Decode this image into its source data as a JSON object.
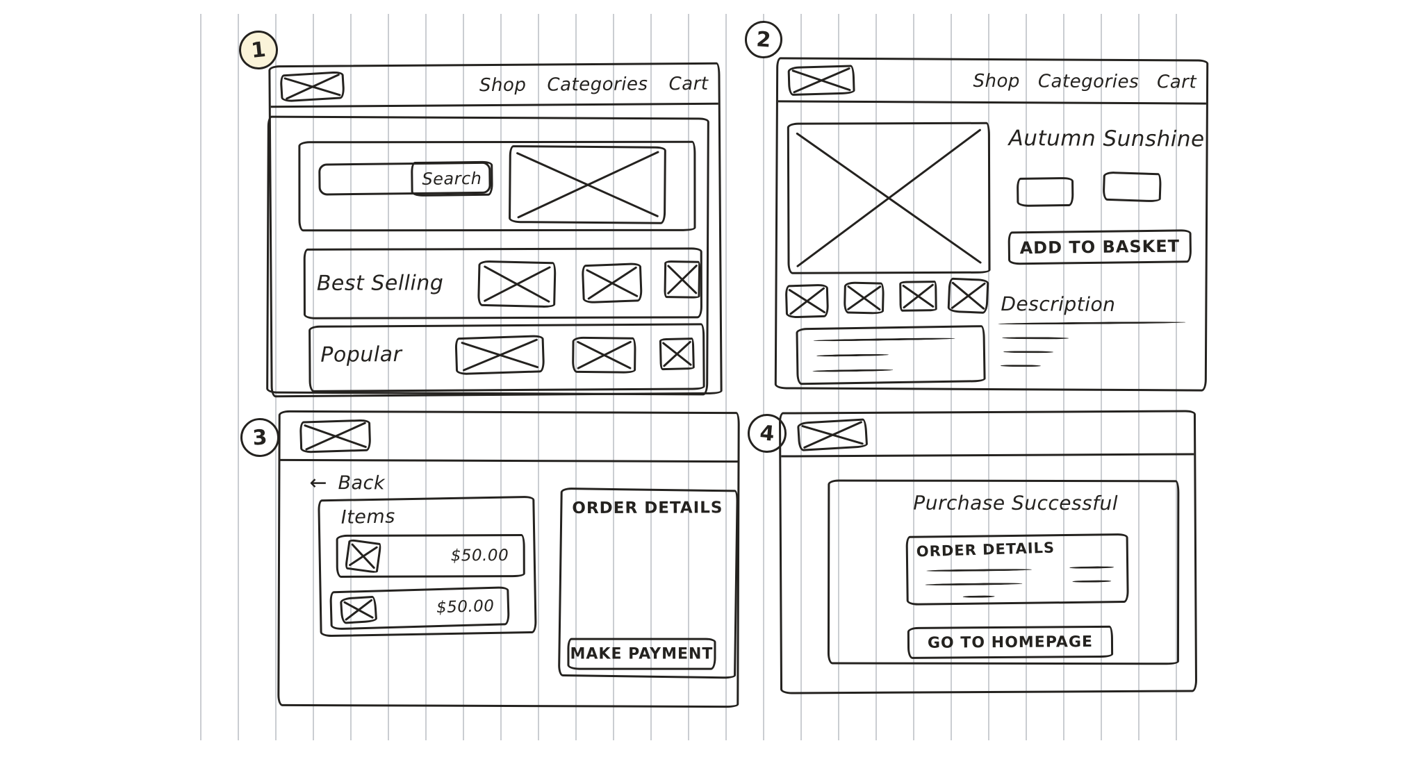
{
  "sketch": {
    "ink": "#24221f",
    "paper": "#ffffff",
    "line": "rgba(116,124,135,0.38)",
    "highlight": "#faf3d9"
  },
  "screen1": {
    "number": "1",
    "nav": [
      "Shop",
      "Categories",
      "Cart"
    ],
    "search_label": "Search",
    "sections": [
      {
        "title": "Best Selling"
      },
      {
        "title": "Popular"
      }
    ]
  },
  "screen2": {
    "number": "2",
    "nav": [
      "Shop",
      "Categories",
      "Cart"
    ],
    "product_title": "Autumn Sunshine",
    "add_to_basket_label": "ADD TO BASKET",
    "description_label": "Description"
  },
  "screen3": {
    "number": "3",
    "back_arrow": "←",
    "back_label": "Back",
    "items_title": "Items",
    "items": [
      {
        "price": "$50.00"
      },
      {
        "price": "$50.00"
      }
    ],
    "order_details_title": "ORDER DETAILS",
    "make_payment_label": "MAKE PAYMENT"
  },
  "screen4": {
    "number": "4",
    "title": "Purchase Successful",
    "order_details_title": "ORDER DETAILS",
    "go_home_label": "GO TO HOMEPAGE"
  }
}
